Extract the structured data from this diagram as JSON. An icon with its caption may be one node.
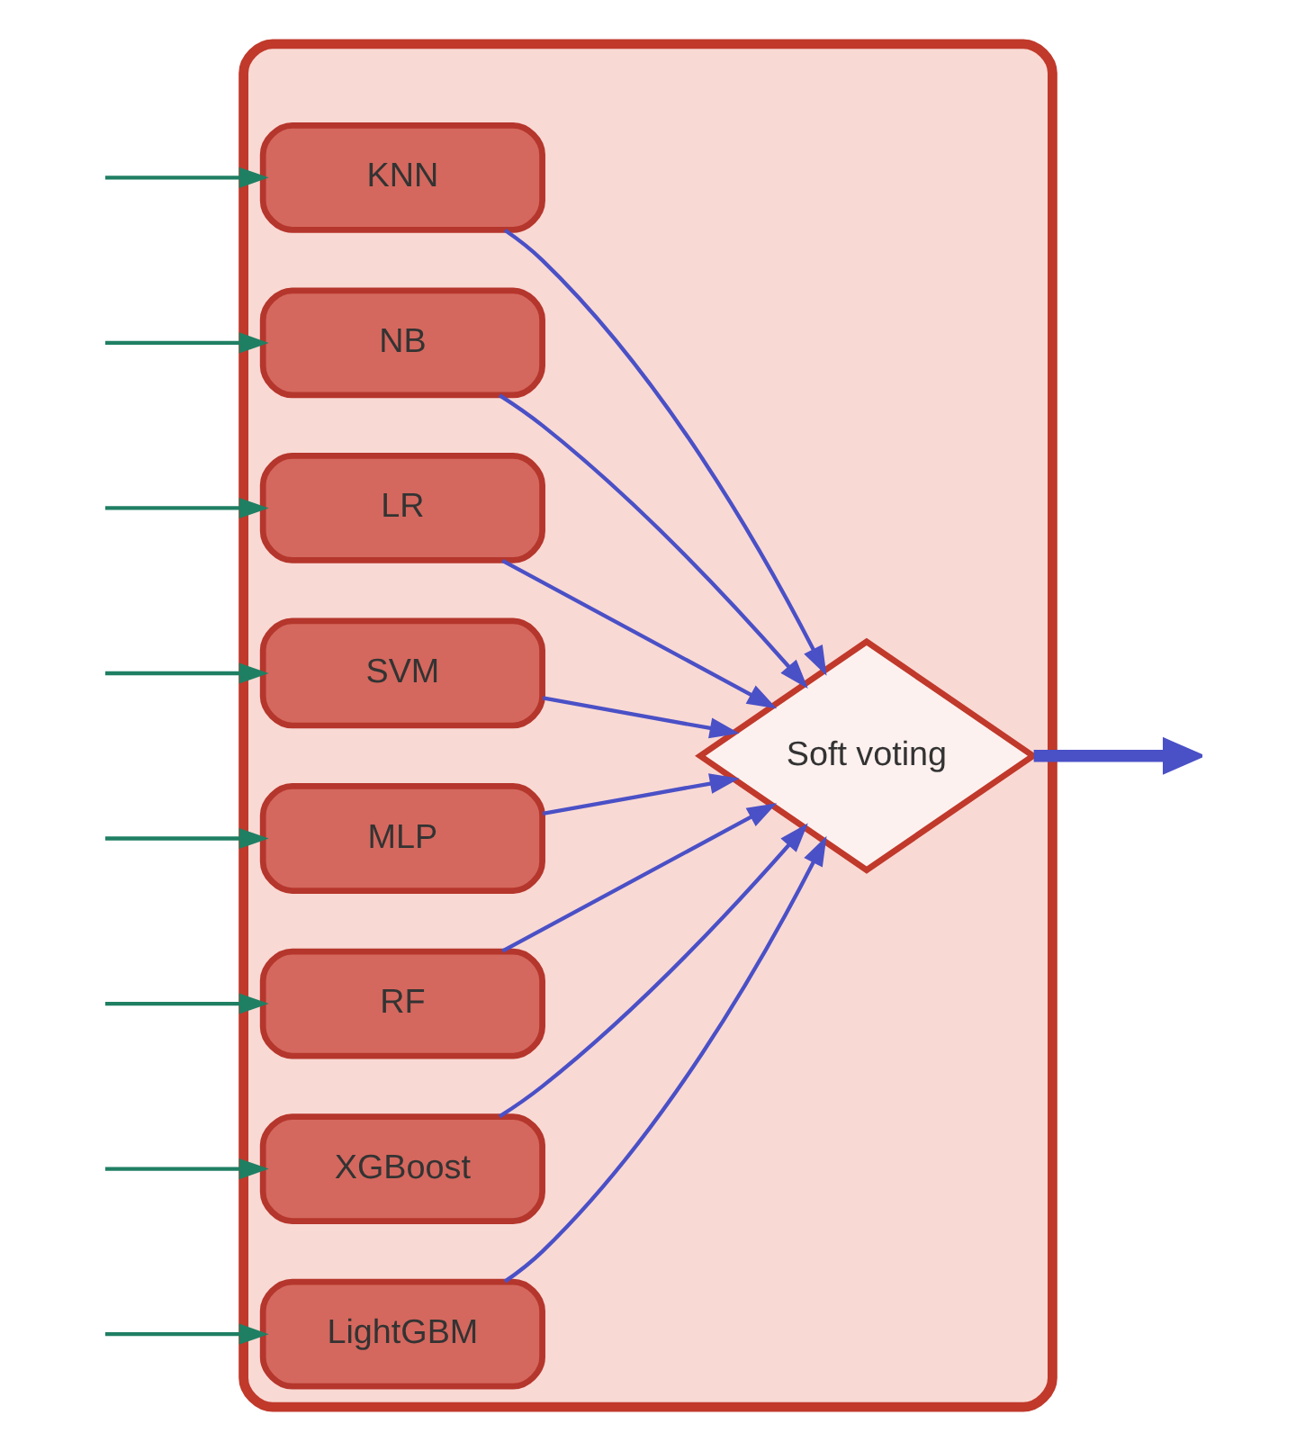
{
  "diagram": {
    "nodes": [
      {
        "text": [],
        "shape": "box"
      },
      {
        "text": [
          "KNN"
        ],
        "in": 0
      },
      {
        "text": [
          "NB"
        ],
        "in": 0
      },
      {
        "text": [
          "LR"
        ],
        "in": 0
      },
      {
        "text": [
          "SVM"
        ],
        "in": 0
      },
      {
        "text": [
          "MLP"
        ],
        "in": 0
      },
      {
        "text": [
          "RF"
        ],
        "in": 0
      },
      {
        "text": [
          "XGBoost"
        ],
        "in": 0
      },
      {
        "text": [
          "LightGBM"
        ],
        "in": 0
      },
      {
        "text": [
          "Soft voting"
        ],
        "in": 0
      }
    ],
    "edges": [
      {
        "from": null,
        "to": 1,
        "arrow": "to",
        "color": "#1f7f63"
      },
      {
        "from": null,
        "to": 2,
        "arrow": "to",
        "color": "#1f7f63"
      },
      {
        "from": null,
        "to": 3,
        "arrow": "to",
        "color": "#1f7f63"
      },
      {
        "from": null,
        "to": 4,
        "arrow": "to",
        "color": "#1f7f63"
      },
      {
        "from": null,
        "to": 5,
        "arrow": "to",
        "color": "#1f7f63"
      },
      {
        "from": null,
        "to": 6,
        "arrow": "to",
        "color": "#1f7f63"
      },
      {
        "from": null,
        "to": 7,
        "arrow": "to",
        "color": "#1f7f63"
      },
      {
        "from": null,
        "to": 8,
        "arrow": "to",
        "color": "#1f7f63"
      },
      {
        "from": 1,
        "to": 9,
        "arrow": "to"
      },
      {
        "from": 2,
        "to": 9,
        "arrow": "to"
      },
      {
        "from": 3,
        "to": 9,
        "arrow": "to"
      },
      {
        "from": 4,
        "to": 9,
        "arrow": "to"
      },
      {
        "from": 5,
        "to": 9,
        "arrow": "to"
      },
      {
        "from": 6,
        "to": 9,
        "arrow": "to"
      },
      {
        "from": 7,
        "to": 9,
        "arrow": "to"
      },
      {
        "from": 8,
        "to": 9,
        "arrow": "to"
      },
      {
        "from": 9,
        "to": null,
        "arrow": "to",
        "style": "thick"
      }
    ]
  }
}
